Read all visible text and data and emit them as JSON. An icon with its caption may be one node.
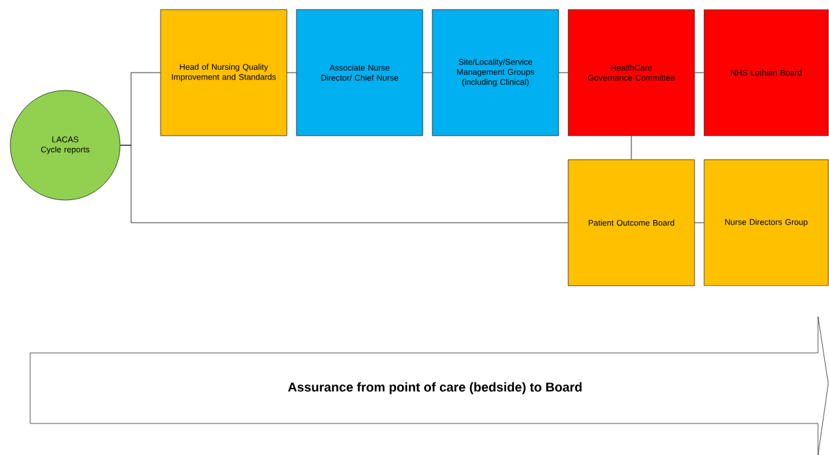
{
  "diagram": {
    "nodes": [
      {
        "text": [
          "LACAS Cycle reports"
        ]
      },
      {
        "text": [
          "Head of Nursing Quality Improvement and Standards"
        ]
      },
      {
        "text": [
          "Associate Nurse Director/ Chief Nurse"
        ]
      },
      {
        "text": [
          "Site/Locality/Service Management Groups (including Clinical)"
        ]
      },
      {
        "text": [
          "HealthCare Governance Committee"
        ]
      },
      {
        "text": [
          "NHS Lothian Board"
        ]
      },
      {
        "text": [
          "Patient Outcome Board"
        ]
      },
      {
        "text": [
          "Nurse Directors Group"
        ]
      },
      {
        "text": [
          "Assurance from point of care (bedside) to Board"
        ]
      }
    ],
    "edges": [
      {
        "from": 0,
        "to": 1,
        "arrow": "none"
      },
      {
        "from": 0,
        "to": 6,
        "arrow": "none"
      },
      {
        "from": 1,
        "to": 2,
        "arrow": "none"
      },
      {
        "from": 2,
        "to": 3,
        "arrow": "none"
      },
      {
        "from": 3,
        "to": 4,
        "arrow": "none"
      },
      {
        "from": 4,
        "to": 5,
        "arrow": "none"
      },
      {
        "from": 4,
        "to": 6,
        "arrow": "none"
      },
      {
        "from": 6,
        "to": 7,
        "arrow": "none"
      }
    ]
  }
}
